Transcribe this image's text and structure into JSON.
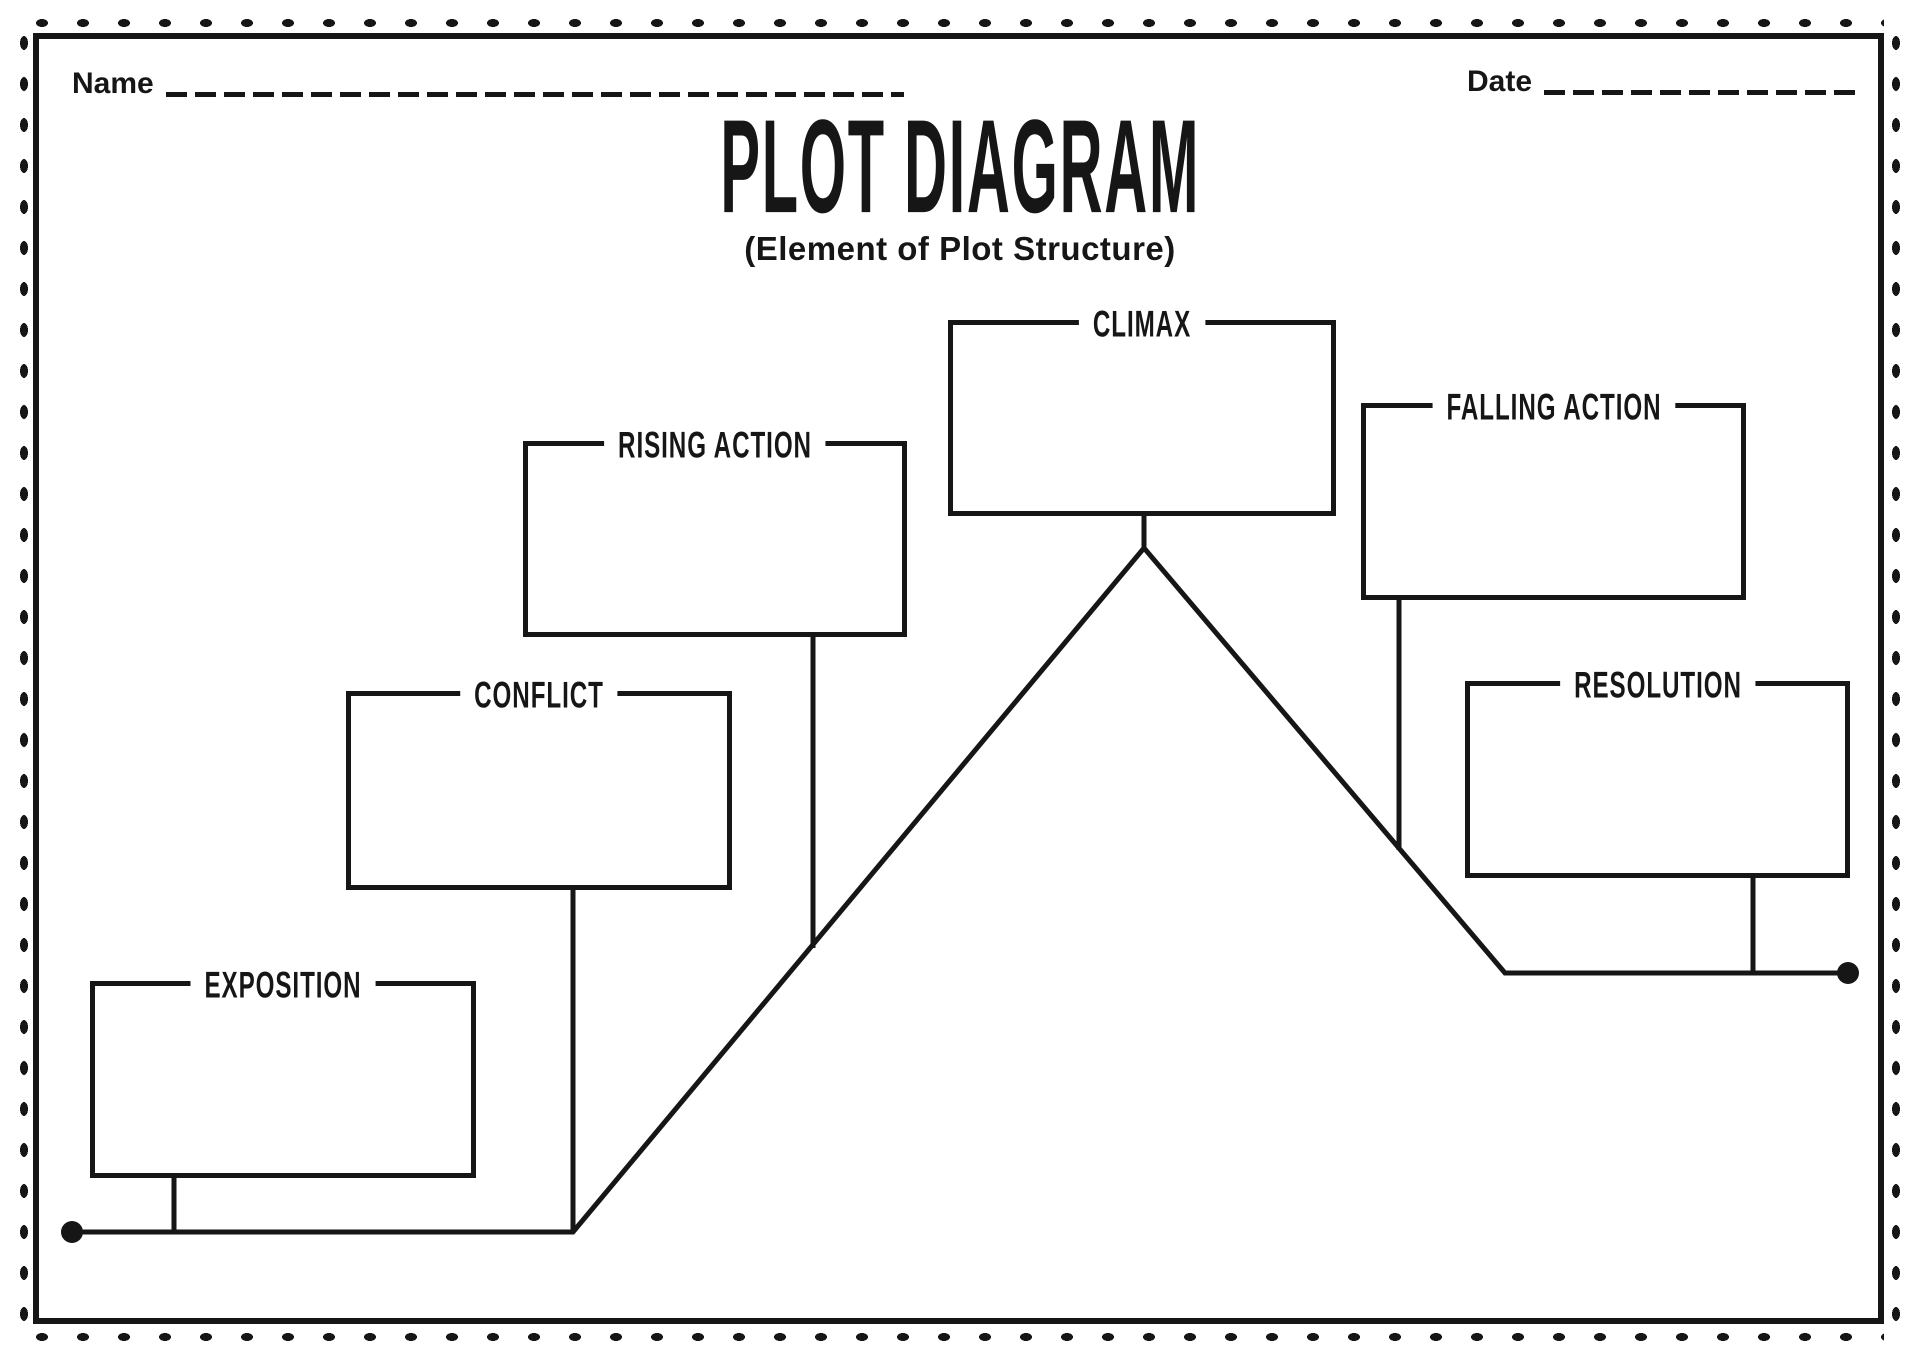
{
  "header": {
    "name_label": "Name",
    "date_label": "Date"
  },
  "title": {
    "text": "PLOT DIAGRAM",
    "subtitle": "(Element of Plot Structure)"
  },
  "boxes": [
    {
      "id": "climax",
      "label": "CLIMAX"
    },
    {
      "id": "rising-action",
      "label": "RISING ACTION"
    },
    {
      "id": "falling-action",
      "label": "FALLING ACTION"
    },
    {
      "id": "conflict",
      "label": "CONFLICT"
    },
    {
      "id": "resolution",
      "label": "RESOLUTION"
    },
    {
      "id": "exposition",
      "label": "EXPOSITION"
    }
  ],
  "colors": {
    "ink": "#161616",
    "paper": "#ffffff"
  }
}
